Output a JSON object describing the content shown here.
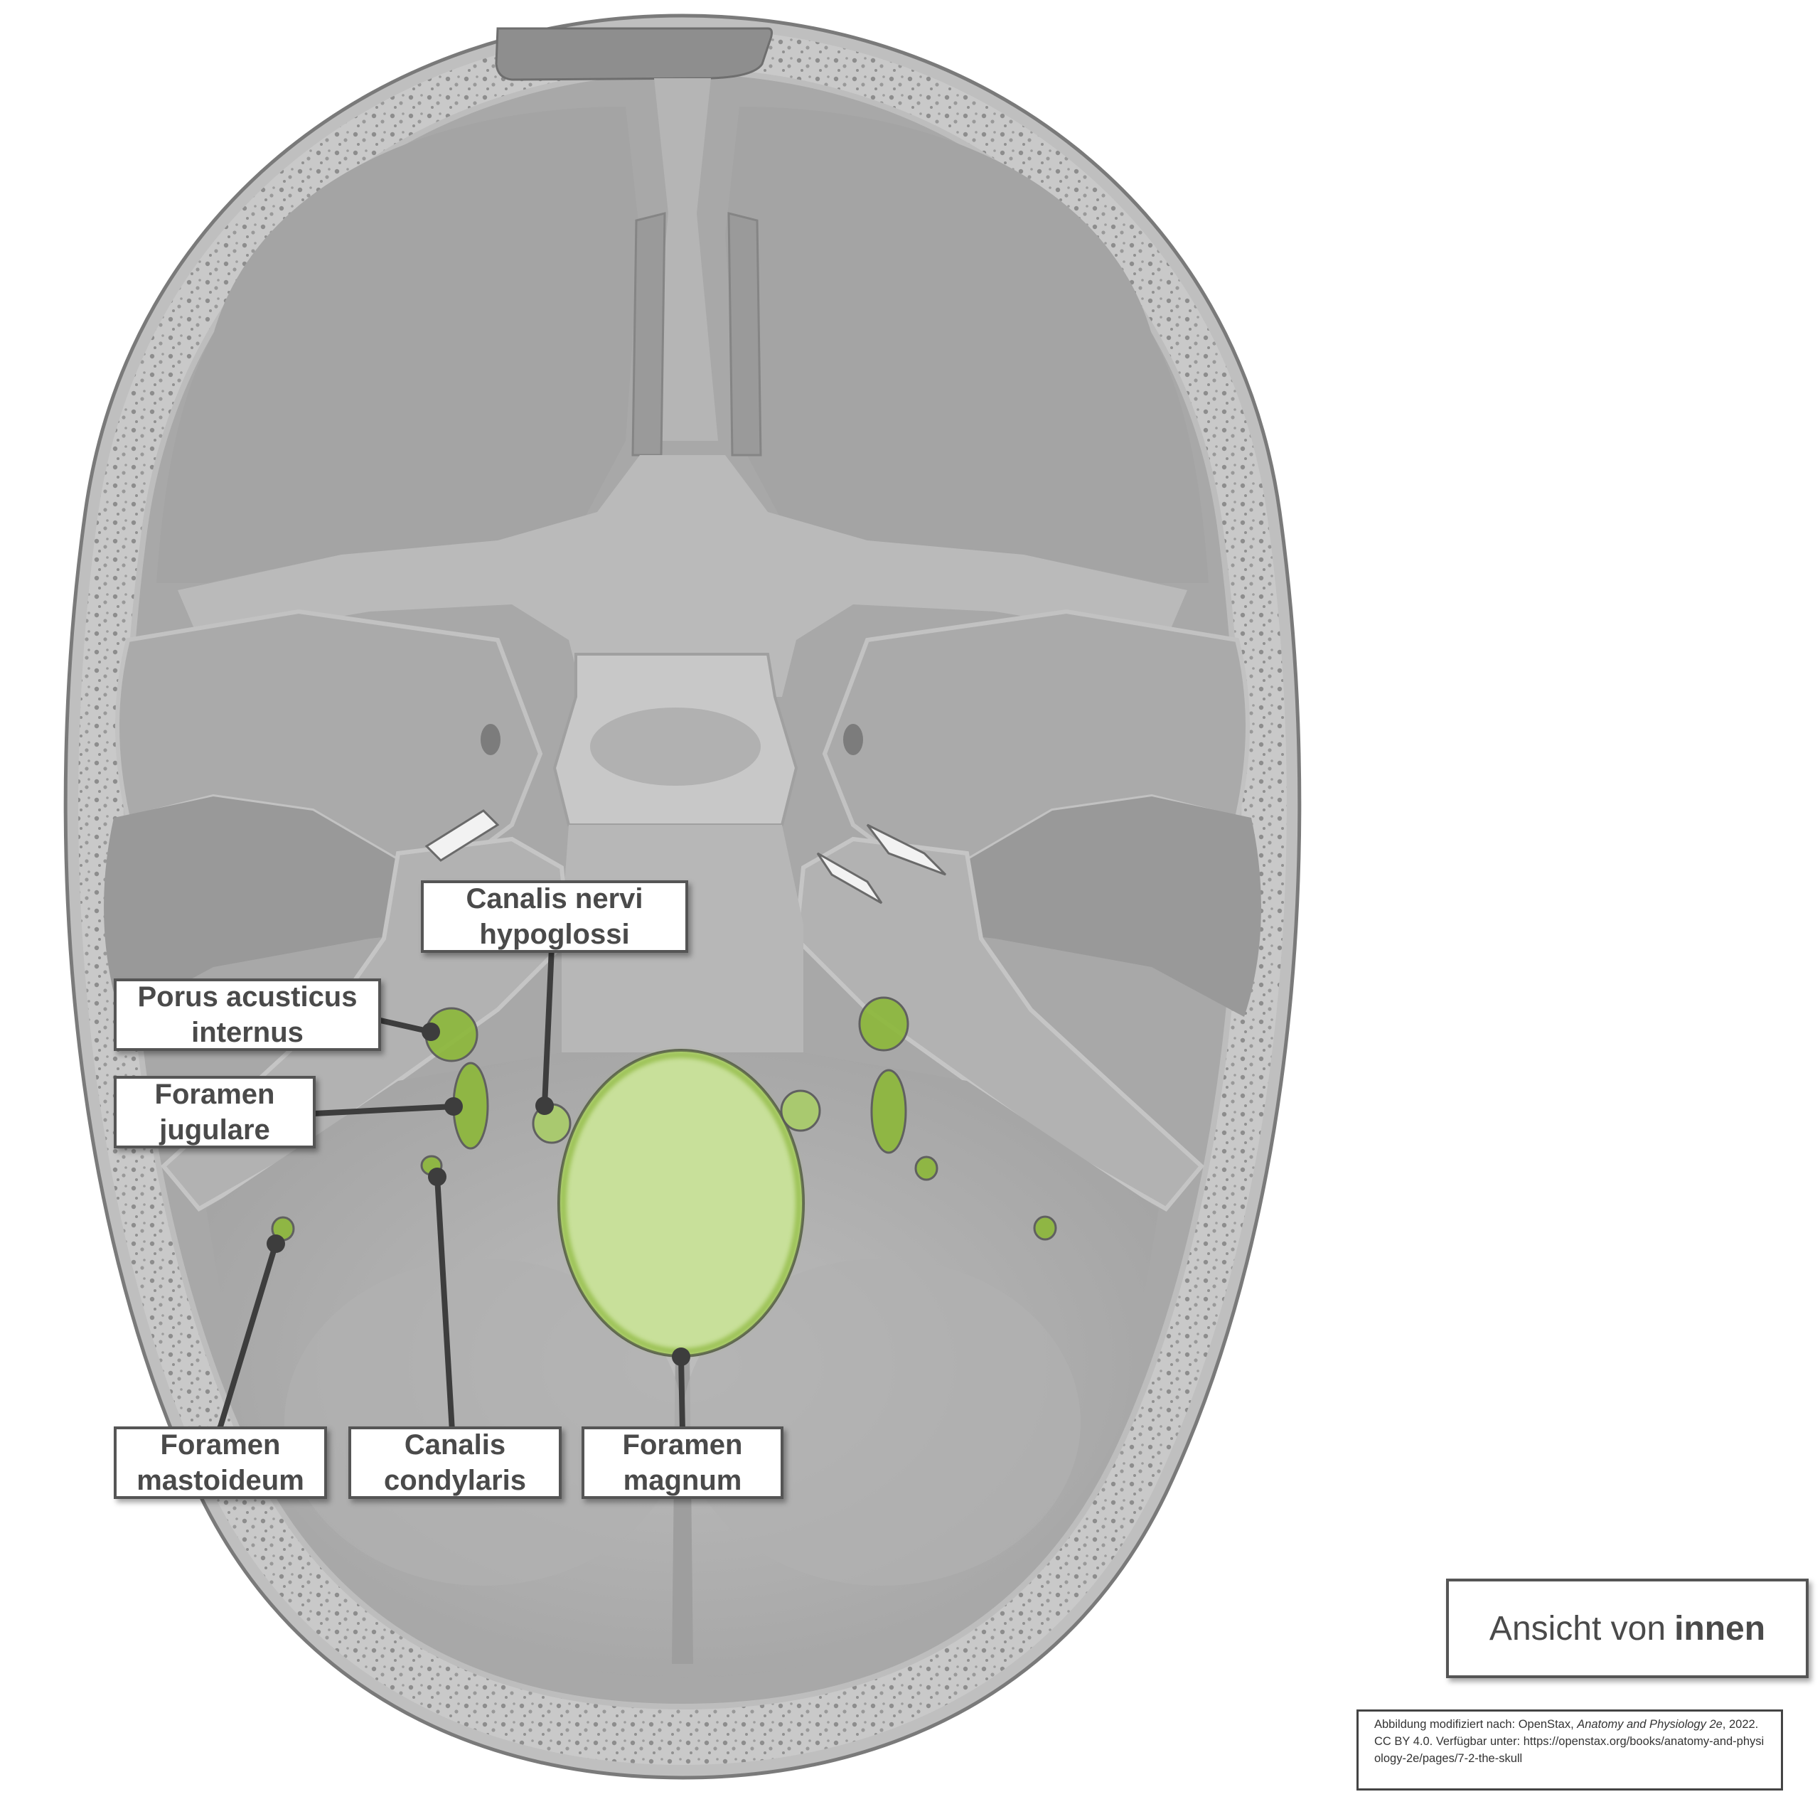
{
  "labels": {
    "canalis_nervi_hypoglossi": [
      "Canalis nervi",
      "hypoglossi"
    ],
    "porus_acusticus_internus": [
      "Porus acusticus",
      "internus"
    ],
    "foramen_jugulare": [
      "Foramen",
      "jugulare"
    ],
    "foramen_mastoideum": [
      "Foramen",
      "mastoideum"
    ],
    "canalis_condylaris": [
      "Canalis",
      "condylaris"
    ],
    "foramen_magnum": [
      "Foramen",
      "magnum"
    ]
  },
  "view": {
    "prefix": "Ansicht von",
    "emphasis": "innen"
  },
  "credit": {
    "part1": "Abbildung modifiziert nach: OpenStax, ",
    "title": "Anatomy and Physiology 2e",
    "part2": ", 2022. CC BY 4.0. Verfügbar unter:",
    "url": "https://openstax.org/books/anatomy-and-physiology-2e/pages/7-2-the-skull"
  },
  "colors": {
    "highlight_green": "#8db83c",
    "highlight_green_light": "#c8e09a",
    "leader_line": "#3d3d3d",
    "skull_gray": "#a9a9a9"
  }
}
